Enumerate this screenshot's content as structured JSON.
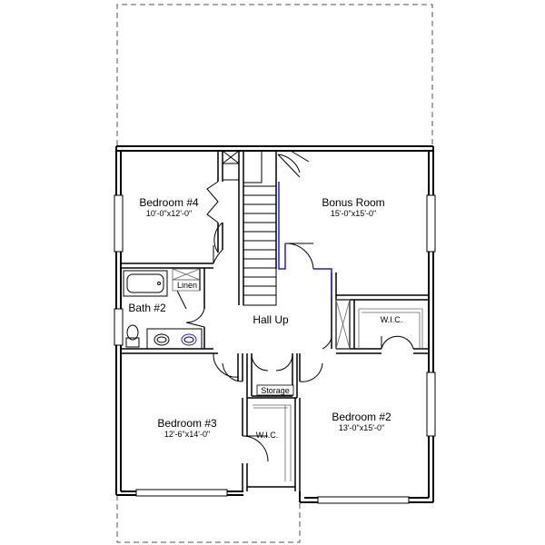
{
  "rooms": {
    "bedroom4": {
      "name": "Bedroom #4",
      "dims": "10'-0\"x12'-0\""
    },
    "bonus": {
      "name": "Bonus Room",
      "dims": "15'-0\"x15'-0\""
    },
    "bath2": {
      "name": "Bath #2"
    },
    "linen": {
      "name": "Linen"
    },
    "hall": {
      "name": "Hall Up"
    },
    "wic_top": {
      "name": "W.I.C."
    },
    "storage": {
      "name": "Storage"
    },
    "bedroom3": {
      "name": "Bedroom #3",
      "dims": "12'-6\"x14'-0\""
    },
    "wic_bottom": {
      "name": "W.I.C."
    },
    "bedroom2": {
      "name": "Bedroom #2",
      "dims": "13'-0\"x15'-0\""
    }
  },
  "colors": {
    "wall": "#000000",
    "dashed": "#555555",
    "accent": "#1a1aff"
  }
}
